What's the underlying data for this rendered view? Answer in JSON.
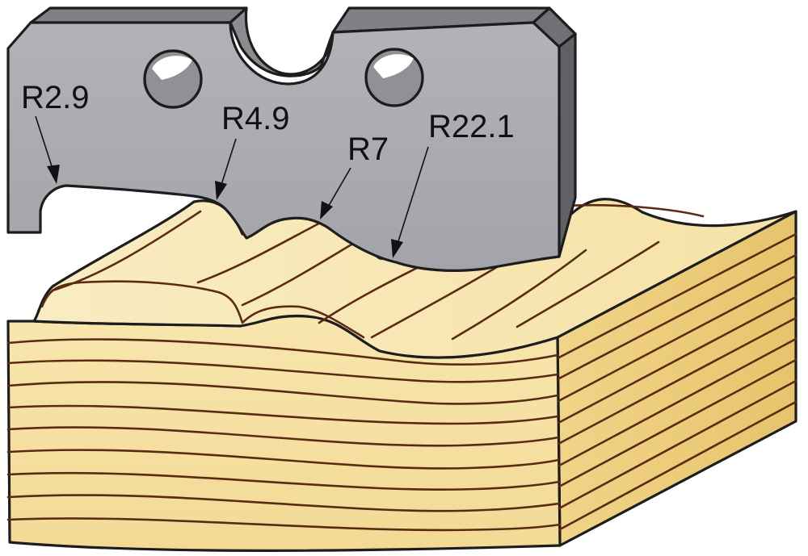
{
  "colors": {
    "blade_face": "#a7a9ae",
    "blade_bevel": "#7f8186",
    "blade_outline": "#1d1d1d",
    "wood_front": "#f5dfa0",
    "wood_top": "#f8e8b5",
    "wood_side": "#ebcd7a",
    "wood_grain": "#5a2b12",
    "label_text": "#111111"
  },
  "labels": [
    {
      "key": "r29",
      "text": "R2.9"
    },
    {
      "key": "r49",
      "text": "R4.9"
    },
    {
      "key": "r7",
      "text": "R7"
    },
    {
      "key": "r221",
      "text": "R22.1"
    }
  ]
}
